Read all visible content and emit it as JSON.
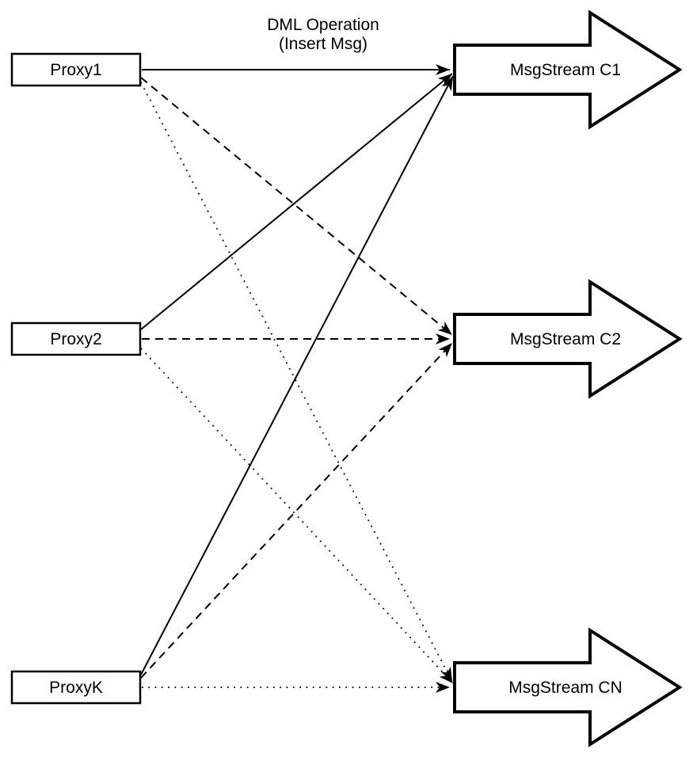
{
  "diagram": {
    "title": {
      "line1": "DML Operation",
      "line2": "(Insert Msg)"
    },
    "proxies": [
      {
        "id": "proxy1",
        "label": "Proxy1"
      },
      {
        "id": "proxy2",
        "label": "Proxy2"
      },
      {
        "id": "proxyk",
        "label": "ProxyK"
      }
    ],
    "streams": [
      {
        "id": "c1",
        "label": "MsgStream C1",
        "incoming_line_style": "solid"
      },
      {
        "id": "c2",
        "label": "MsgStream C2",
        "incoming_line_style": "dashed"
      },
      {
        "id": "cn",
        "label": "MsgStream CN",
        "incoming_line_style": "dotted"
      }
    ],
    "connections": [
      {
        "from": "Proxy1",
        "to": "MsgStream C1",
        "style": "solid"
      },
      {
        "from": "Proxy2",
        "to": "MsgStream C1",
        "style": "solid"
      },
      {
        "from": "ProxyK",
        "to": "MsgStream C1",
        "style": "solid"
      },
      {
        "from": "Proxy1",
        "to": "MsgStream C2",
        "style": "dashed"
      },
      {
        "from": "Proxy2",
        "to": "MsgStream C2",
        "style": "dashed"
      },
      {
        "from": "ProxyK",
        "to": "MsgStream C2",
        "style": "dashed"
      },
      {
        "from": "Proxy1",
        "to": "MsgStream CN",
        "style": "dotted"
      },
      {
        "from": "Proxy2",
        "to": "MsgStream CN",
        "style": "dotted"
      },
      {
        "from": "ProxyK",
        "to": "MsgStream CN",
        "style": "dotted"
      }
    ],
    "colors": {
      "line": "#000000",
      "shape_fill": "#ffffff",
      "background": "#ffffff"
    }
  }
}
